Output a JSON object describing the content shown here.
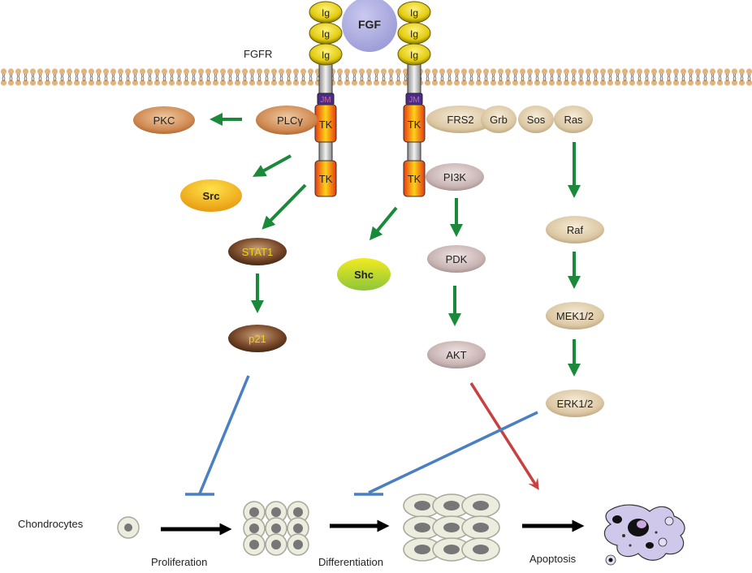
{
  "ligand": {
    "label": "FGF"
  },
  "receptor": {
    "label": "FGFR",
    "ig_label": "Ig",
    "im_label": "JM",
    "tk_label": "TK"
  },
  "nodes": {
    "pkc": "PKC",
    "plcg": "PLCγ",
    "src": "Src",
    "stat1": "STAT1",
    "p21": "p21",
    "shc": "Shc",
    "frs2": "FRS2",
    "grb": "Grb",
    "sos": "Sos",
    "ras": "Ras",
    "pi3k": "PI3K",
    "pdk": "PDK",
    "akt": "AKT",
    "raf": "Raf",
    "mek": "MEK1/2",
    "erk": "ERK1/2"
  },
  "stages": {
    "chondrocytes": "Chondrocytes",
    "proliferation": "Proliferation",
    "differentiation": "Differentiation",
    "apoptosis": "Apoptosis"
  },
  "colors": {
    "activation": "#1a8a3a",
    "inhibition": "#4a7fc1",
    "promotion": "#c94040",
    "ligand": "#a9a9de",
    "ig": "#e6d21a",
    "tk": "#f05a1a",
    "jm": "#4b2a8a"
  }
}
